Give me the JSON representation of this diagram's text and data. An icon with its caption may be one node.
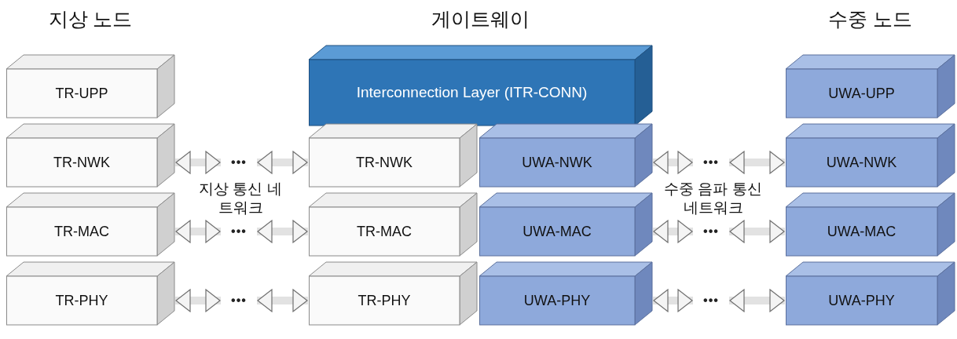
{
  "diagram": {
    "nodes": [
      {
        "text": [
          "TR-UPP"
        ]
      },
      {
        "text": [
          "Interconnection Layer (ITR-CONN)"
        ]
      },
      {
        "text": [
          "UWA-UPP"
        ]
      },
      {
        "text": [
          "TR-NWK"
        ]
      },
      {
        "text": [
          "•••"
        ]
      },
      {
        "text": [
          "TR-NWK"
        ]
      },
      {
        "text": [
          "UWA-NWK"
        ]
      },
      {
        "text": [
          "•••"
        ]
      },
      {
        "text": [
          "UWA-NWK"
        ]
      },
      {
        "text": [
          "TR-MAC"
        ]
      },
      {
        "text": [
          "•••"
        ]
      },
      {
        "text": [
          "TR-MAC"
        ]
      },
      {
        "text": [
          "UWA-MAC"
        ]
      },
      {
        "text": [
          "•••"
        ]
      },
      {
        "text": [
          "UWA-MAC"
        ]
      },
      {
        "text": [
          "TR-PHY"
        ]
      },
      {
        "text": [
          "•••"
        ]
      },
      {
        "text": [
          "TR-PHY"
        ]
      },
      {
        "text": [
          "UWA-PHY"
        ]
      },
      {
        "text": [
          "•••"
        ]
      },
      {
        "text": [
          "UWA-PHY"
        ]
      }
    ],
    "edges": [
      {
        "from": 3,
        "to": 4,
        "arrow": "both"
      },
      {
        "from": 4,
        "to": 5,
        "arrow": "both"
      },
      {
        "from": 6,
        "to": 7,
        "arrow": "both"
      },
      {
        "from": 7,
        "to": 8,
        "arrow": "both"
      },
      {
        "from": 9,
        "to": 10,
        "arrow": "both"
      },
      {
        "from": 10,
        "to": 11,
        "arrow": "both"
      },
      {
        "from": 12,
        "to": 13,
        "arrow": "both"
      },
      {
        "from": 13,
        "to": 14,
        "arrow": "both"
      },
      {
        "from": 15,
        "to": 16,
        "arrow": "both"
      },
      {
        "from": 16,
        "to": 17,
        "arrow": "both"
      },
      {
        "from": 18,
        "to": 19,
        "arrow": "both"
      },
      {
        "from": 19,
        "to": 20,
        "arrow": "both"
      }
    ],
    "labels": [
      "지상 노드",
      "게이트웨이",
      "수중 노드",
      "지상 통신 네트워크",
      "수중 음파 통신 네트워크"
    ]
  }
}
